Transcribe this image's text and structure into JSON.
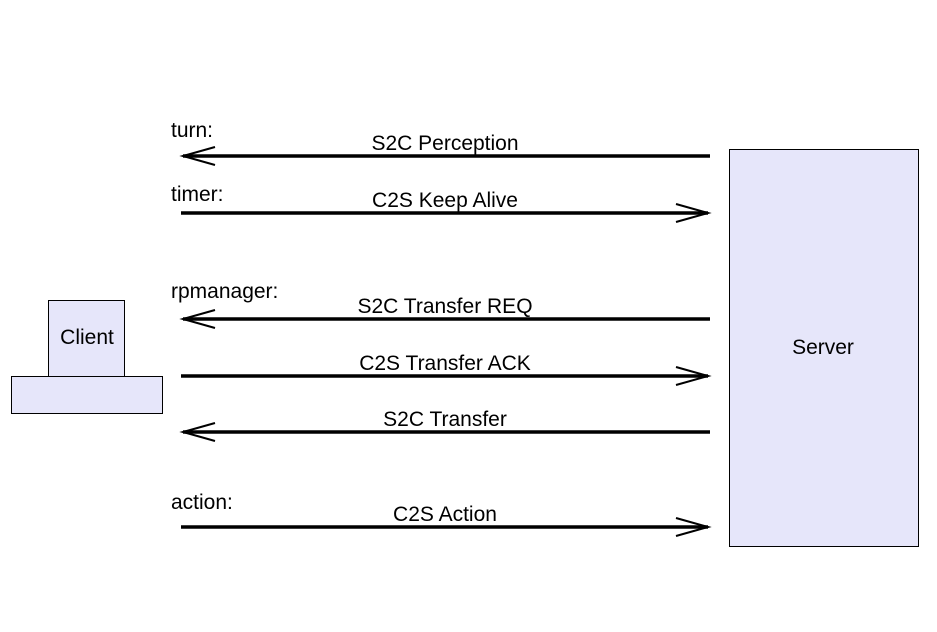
{
  "colors": {
    "box_fill": "#e6e6fa",
    "line": "#000000",
    "background": "#ffffff"
  },
  "client": {
    "label": "Client"
  },
  "server": {
    "label": "Server"
  },
  "sections": {
    "turn": "turn:",
    "timer": "timer:",
    "rpmanager": "rpmanager:",
    "action": "action:"
  },
  "messages": [
    {
      "label": "S2C Perception",
      "direction": "server-to-client"
    },
    {
      "label": "C2S Keep Alive",
      "direction": "client-to-server"
    },
    {
      "label": "S2C Transfer REQ",
      "direction": "server-to-client"
    },
    {
      "label": "C2S Transfer ACK",
      "direction": "client-to-server"
    },
    {
      "label": "S2C Transfer",
      "direction": "server-to-client"
    },
    {
      "label": "C2S Action",
      "direction": "client-to-server"
    }
  ]
}
